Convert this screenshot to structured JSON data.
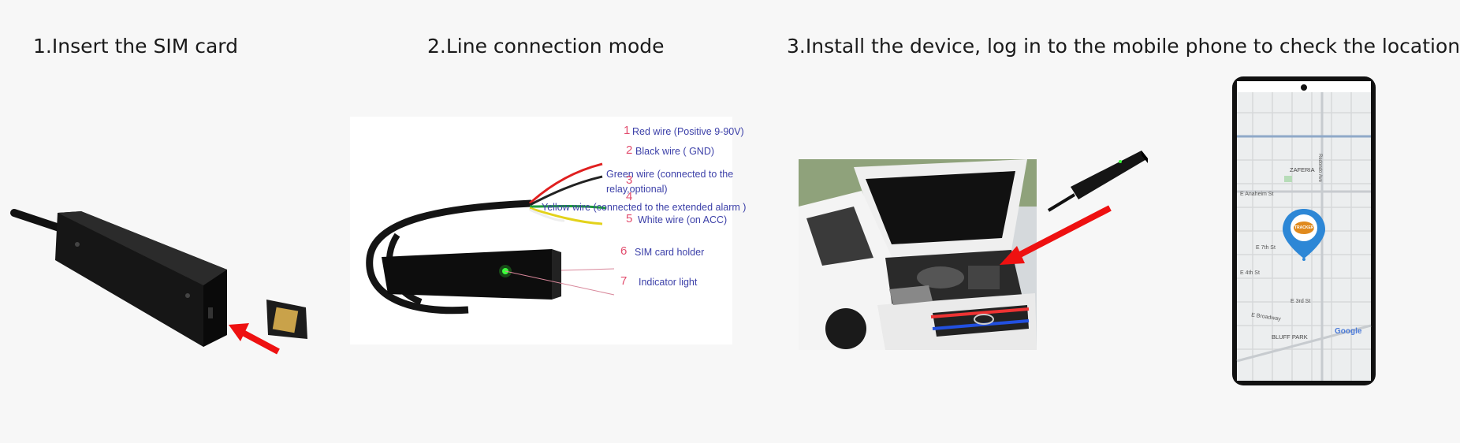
{
  "steps": [
    {
      "title": "1.Insert the SIM card"
    },
    {
      "title": "2.Line connection mode"
    },
    {
      "title": "3.Install the device, log in to the mobile phone to check the location"
    }
  ],
  "wires": [
    {
      "num": "1",
      "label": "Red wire (Positive 9-90V)"
    },
    {
      "num": "2",
      "label": "Black wire ( GND)"
    },
    {
      "num": "3",
      "label": "Green wire (connected to the",
      "label2": "relay,optional)"
    },
    {
      "num": "4",
      "label": "Yellow wire (connected to the extended alarm )"
    },
    {
      "num": "5",
      "label": "White wire (on ACC)"
    },
    {
      "num": "6",
      "label": "SIM card holder"
    },
    {
      "num": "7",
      "label": "Indicator light"
    }
  ],
  "phone": {
    "map_labels": {
      "zaferia": "ZAFERIA",
      "anaheim": "E Anaheim St",
      "seventh": "E 7th St",
      "fourth": "E 4th St",
      "third": "E 3rd St",
      "broadway": "E Broadway",
      "bluff": "BLUFF PARK",
      "redondo": "Redondo Ave",
      "google": "Google"
    },
    "pin_text": "TRACKER"
  },
  "colors": {
    "arrow": "#ee1111",
    "wire_label": "#3b3fa8",
    "wire_num": "#e24d6e",
    "pin": "#2d87d6"
  }
}
